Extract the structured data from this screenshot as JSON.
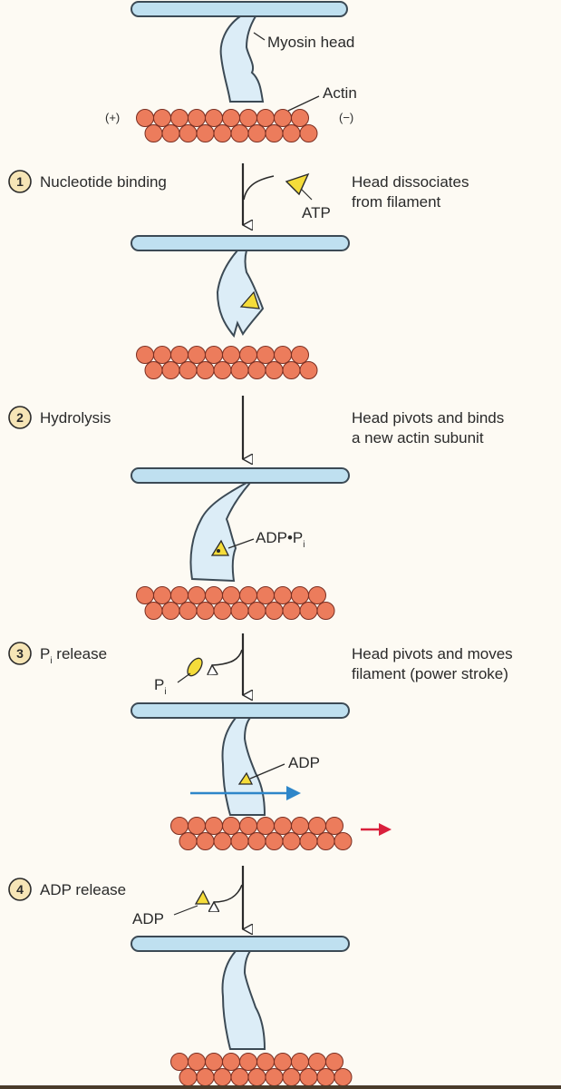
{
  "colors": {
    "background": "#fdfaf3",
    "thick_filament": "#bfe0f0",
    "filament_stroke": "#3c4a55",
    "myosin_head": "#dcedf7",
    "actin_subunit": "#ec7c5c",
    "actin_stroke": "#7a2f22",
    "marker_gray": "#c9c6d8",
    "marker_green": "#12803c",
    "atp_yellow": "#f5dc3a",
    "filament_motion_arrow": "#2e86c9",
    "actin_motion_arrow": "#d9203c",
    "step_circle_fill": "#f6e5b6"
  },
  "labels": {
    "myosin_head": "Myosin head",
    "actin": "Actin",
    "plus_end": "(+)",
    "minus_end": "(−)",
    "atp": "ATP",
    "adp_pi_main": "ADP•P",
    "adp_pi_sub": "i",
    "pi_main": "P",
    "pi_sub": "i",
    "adp_state3": "ADP",
    "adp_step4": "ADP"
  },
  "steps": [
    {
      "number": "1",
      "title": "Nucleotide binding",
      "description_line1": "Head dissociates",
      "description_line2": "from filament"
    },
    {
      "number": "2",
      "title": "Hydrolysis",
      "description_line1": "Head pivots and binds",
      "description_line2": "a new actin subunit"
    },
    {
      "number": "3",
      "title_main": "P",
      "title_sub": "i",
      "title_rest": " release",
      "description_line1": "Head pivots and moves",
      "description_line2": "filament (power stroke)"
    },
    {
      "number": "4",
      "title": "ADP release"
    }
  ]
}
